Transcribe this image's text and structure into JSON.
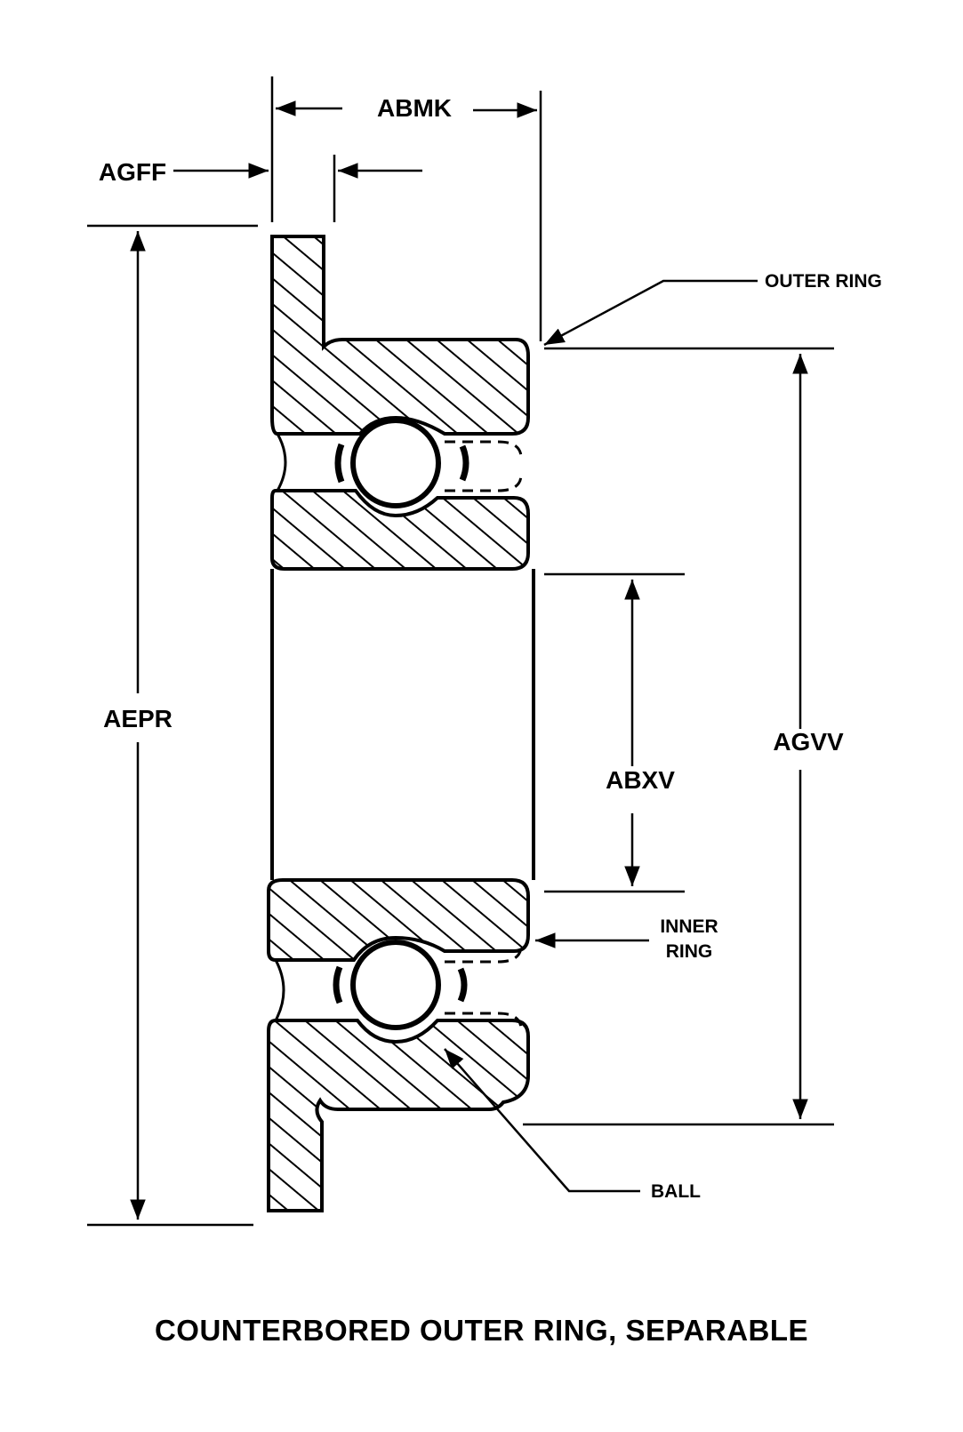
{
  "title": "COUNTERBORED OUTER RING, SEPARABLE",
  "dimensions": {
    "abmk": "ABMK",
    "agff": "AGFF",
    "aepr": "AEPR",
    "agvv": "AGVV",
    "abxv": "ABXV"
  },
  "callouts": {
    "outer_ring": "OUTER RING",
    "inner_ring_line1": "INNER",
    "inner_ring_line2": "RING",
    "ball": "BALL"
  },
  "colors": {
    "ink": "#000000",
    "background": "#ffffff"
  }
}
